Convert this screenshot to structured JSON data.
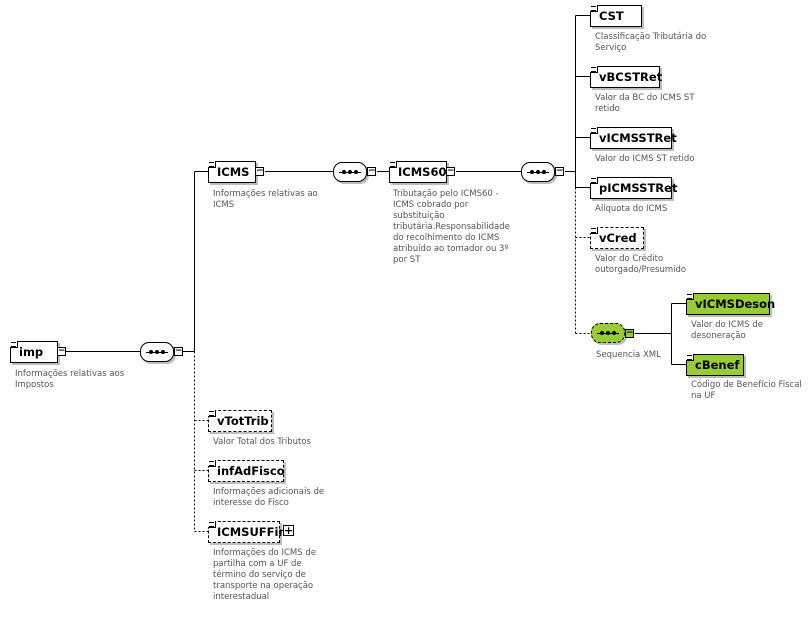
{
  "nodes": {
    "imp": {
      "label": "imp",
      "desc": "Informações relativas aos Impostos"
    },
    "icms": {
      "label": "ICMS",
      "desc": "Informações relativas ao ICMS"
    },
    "icms60": {
      "label": "ICMS60",
      "desc": "Tributação pelo ICMS60 - ICMS cobrado por substituição tributária.Responsabilidade do recolhimento do ICMS atribuído ao tomador ou 3º por ST"
    },
    "cst": {
      "label": "CST",
      "desc": "Classificação Tributária do Serviço"
    },
    "vbcstret": {
      "label": "vBCSTRet",
      "desc": "Valor da BC do ICMS ST retido"
    },
    "vicmsstret": {
      "label": "vICMSSTRet",
      "desc": "Valor do ICMS ST retido"
    },
    "picmsstret": {
      "label": "pICMSSTRet",
      "desc": "Alíquota do ICMS"
    },
    "vcred": {
      "label": "vCred",
      "desc": "Valor do Crédito outorgado/Presumido"
    },
    "seq_xml": {
      "desc": "Sequencia XML"
    },
    "vicmsdeson": {
      "label": "vICMSDeson",
      "desc": "Valor do ICMS de desoneração"
    },
    "cbenef": {
      "label": "cBenef",
      "desc": "Código de Benefício Fiscal na UF"
    },
    "vtottrib": {
      "label": "vTotTrib",
      "desc": "Valor Total dos Tributos"
    },
    "infadfisco": {
      "label": "infAdFisco",
      "desc": "Informações adicionais de interesse do Fisco"
    },
    "icmsuffim": {
      "label": "ICMSUFFim",
      "desc": "Informações do ICMS de partilha com a UF de término do serviço de transporte na operação interestadual"
    }
  },
  "colors": {
    "selected_fill": "#99cc33",
    "shadow": "#bdbdbd",
    "desc_text": "#555555"
  },
  "icons": {
    "collapse": "minus-toggle-icon",
    "expand": "plus-toggle-icon",
    "sequence": "sequence-compositor-icon",
    "element": "element-doc-icon"
  }
}
